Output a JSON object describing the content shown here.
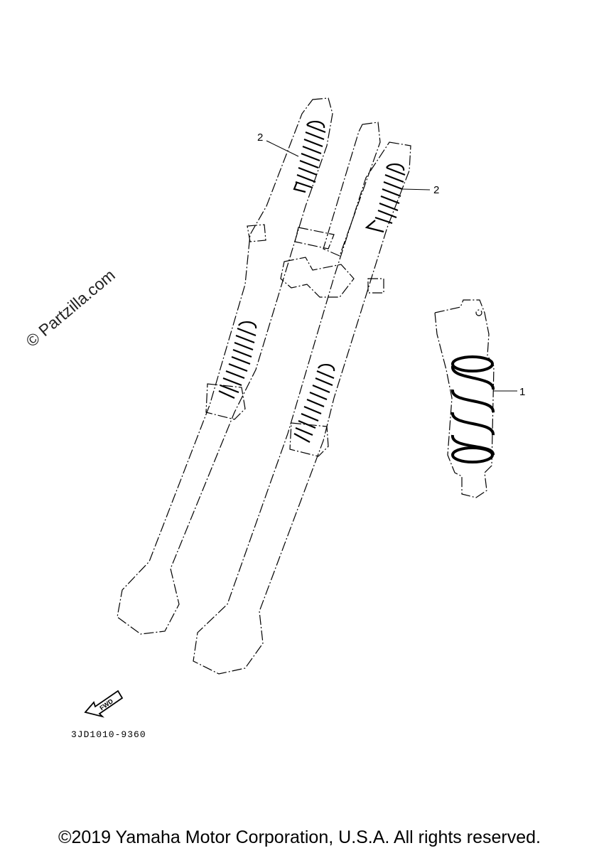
{
  "callouts": [
    {
      "label": "2",
      "part": "fork-spring-left"
    },
    {
      "label": "2",
      "part": "fork-spring-right"
    },
    {
      "label": "1",
      "part": "shock-spring"
    }
  ],
  "fwd_label": "FWD",
  "drawing_number": "3JD1010-9360",
  "watermark": "© Partzilla.com",
  "copyright": "©2019 Yamaha Motor Corporation, U.S.A. All rights reserved."
}
